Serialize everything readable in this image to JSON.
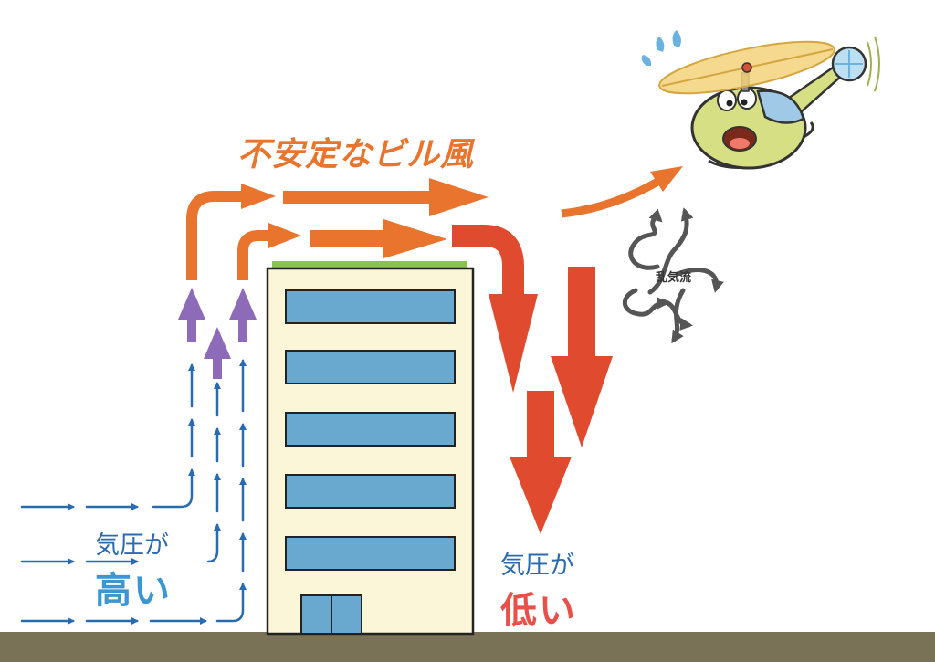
{
  "title": "不安定なビル風",
  "high_pressure": {
    "line1": "気圧が",
    "line2": "高い"
  },
  "low_pressure": {
    "line1": "気圧が",
    "line2": "低い"
  },
  "turbulence_label": "乱気流",
  "colors": {
    "title_orange": "#e8742e",
    "downdraft_red": "#e04a2e",
    "updraft_purple": "#8e6bb8",
    "wind_blue": "#2a6bb0",
    "high_label_blue": "#3b97d3",
    "low_label_red": "#e8504a",
    "building_cream": "#fcf6d8",
    "window_blue": "#6aa9cf",
    "roof_green": "#8cc34a",
    "ground": "#7a7257",
    "helicopter_body": "#d6df84",
    "rotor": "#f2d27a",
    "turbulence_gray": "#555555"
  },
  "icons": [
    "helicopter-icon",
    "turbulence-icon",
    "sweat-drop-icon"
  ]
}
